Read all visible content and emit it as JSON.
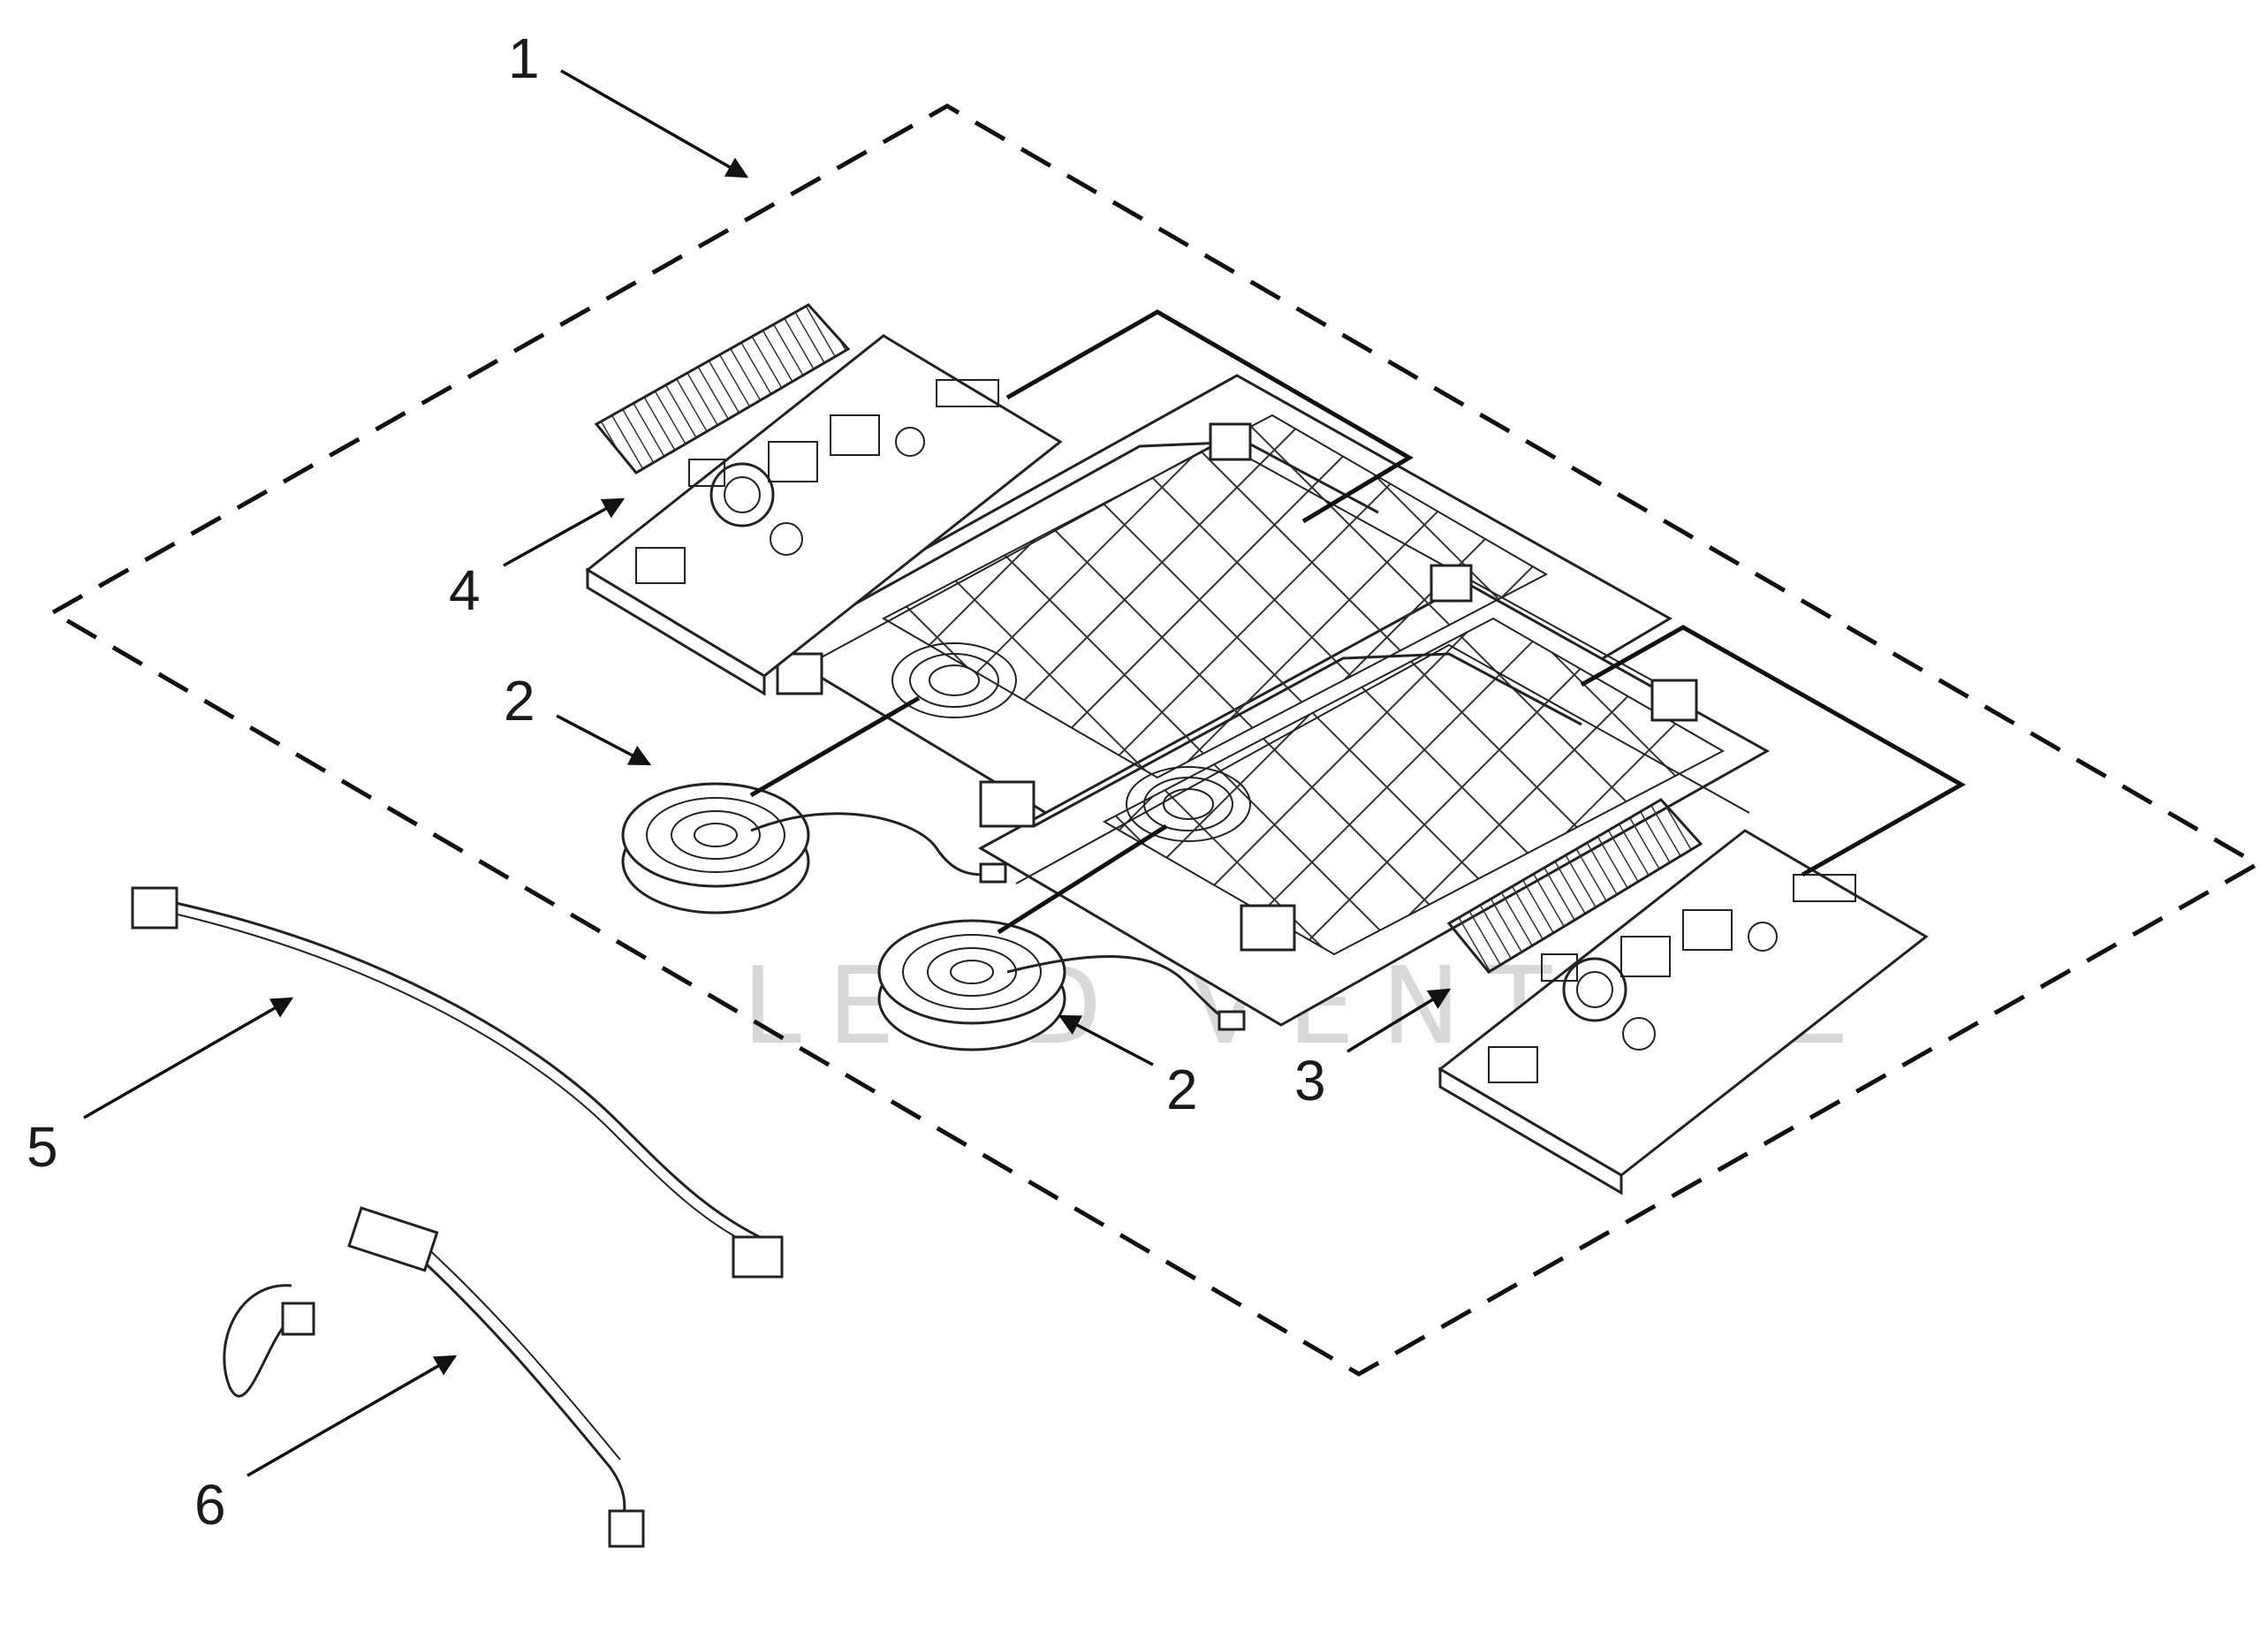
{
  "callouts": {
    "c1": "1",
    "c2a": "2",
    "c2b": "2",
    "c3": "3",
    "c4": "4",
    "c5": "5",
    "c6": "6"
  },
  "watermark": "LEAD VENTURE",
  "colors": {
    "line": "#111111",
    "background": "#ffffff",
    "watermark": "#d8d8d8"
  },
  "icons": [
    "arrowhead-icon"
  ]
}
